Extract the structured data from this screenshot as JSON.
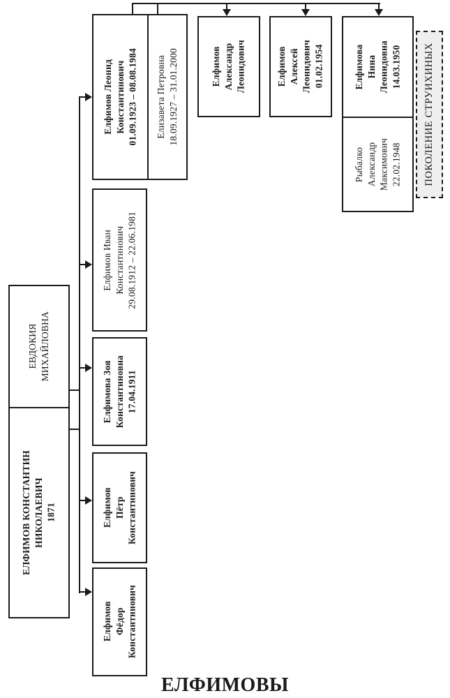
{
  "colors": {
    "line": "#1a1a1a",
    "text": "#1a1a1a",
    "note_fill": "#efefef",
    "page_bg": "#ffffff"
  },
  "header": {
    "title": "ЕЛФИМОВЫ"
  },
  "tree": {
    "root_couple": {
      "mother": {
        "name": "ЕВДОКИЯ\nМИХАЙЛОВНА"
      },
      "father": {
        "name": "ЕЛФИМОВ КОНСТАНТИН\nНИКОЛАЕВИЧ\n1871"
      }
    },
    "children": {
      "leonid": {
        "name": "Елфимов Леонид\nКонстантинович\n01.09.1923 – 08.08.1984"
      },
      "leonid_spouse": {
        "name": "Елизавета Петровна\n18.09.1927 – 31.01.2000"
      },
      "ivan": {
        "name": "Елфимов Иван\nКонстантинович\n29.08.1912 – 22.06.1981"
      },
      "zoya": {
        "name": "Елфимова Зоя\nКонстантиновна\n17.04.1911"
      },
      "pyotr": {
        "name": "Елфимов\nПётр\nКонстантинович"
      },
      "fyodor": {
        "name": "Елфимов\nФёдор\nКонстантинович"
      }
    },
    "grandchildren": {
      "alexandr": {
        "name": "Елфимов\nАлександр\nЛеонидович"
      },
      "alexey": {
        "name": "Елфимов\nАлексей\nЛеонидович\n01.02.1954"
      },
      "nina": {
        "name": "Елфимова\nНина\nЛеонидовна\n14.03.1950"
      },
      "nina_spouse": {
        "name": "Рыбалко\nАлександр\nМаксимович\n22.02.1948"
      }
    },
    "generation_note": "ПОКОЛЕНИЕ СТРУИХИНЫХ"
  }
}
